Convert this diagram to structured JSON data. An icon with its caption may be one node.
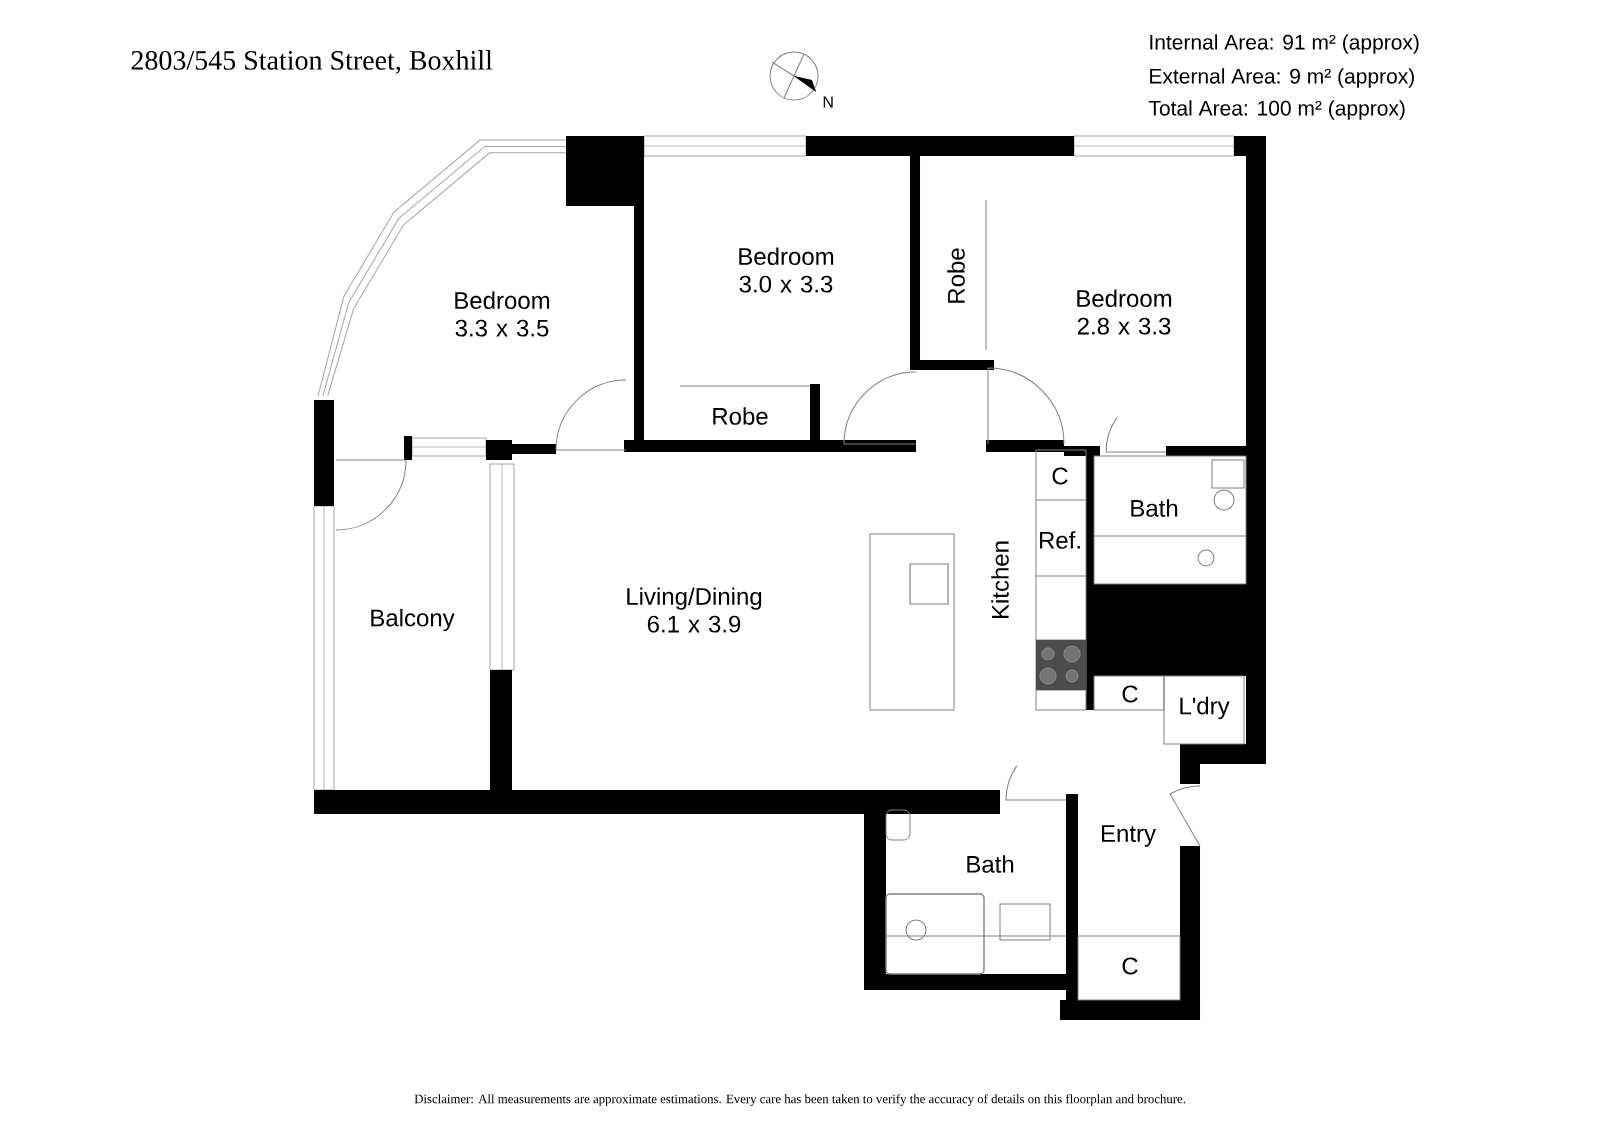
{
  "diagram": {
    "title": "2803/545 Station Street, Boxhill",
    "labels": [
      "Internal Area: 91 m² (approx)",
      "External Area: 9 m² (approx)",
      "Total Area: 100 m² (approx)",
      "N",
      "Bedroom 3.3 x 3.5",
      "Bedroom 3.0 x 3.3",
      "Robe",
      "Bedroom 2.8 x 3.3",
      "Robe",
      "C",
      "Bath",
      "Ref.",
      "Kitchen",
      "Balcony",
      "Living/Dining 6.1 x 3.9",
      "C",
      "L'dry",
      "Entry",
      "Bath",
      "C",
      "Disclaimer: All measurements are approximate estimations. Every care has been taken to verify the accuracy of details on this floorplan and brochure."
    ]
  }
}
